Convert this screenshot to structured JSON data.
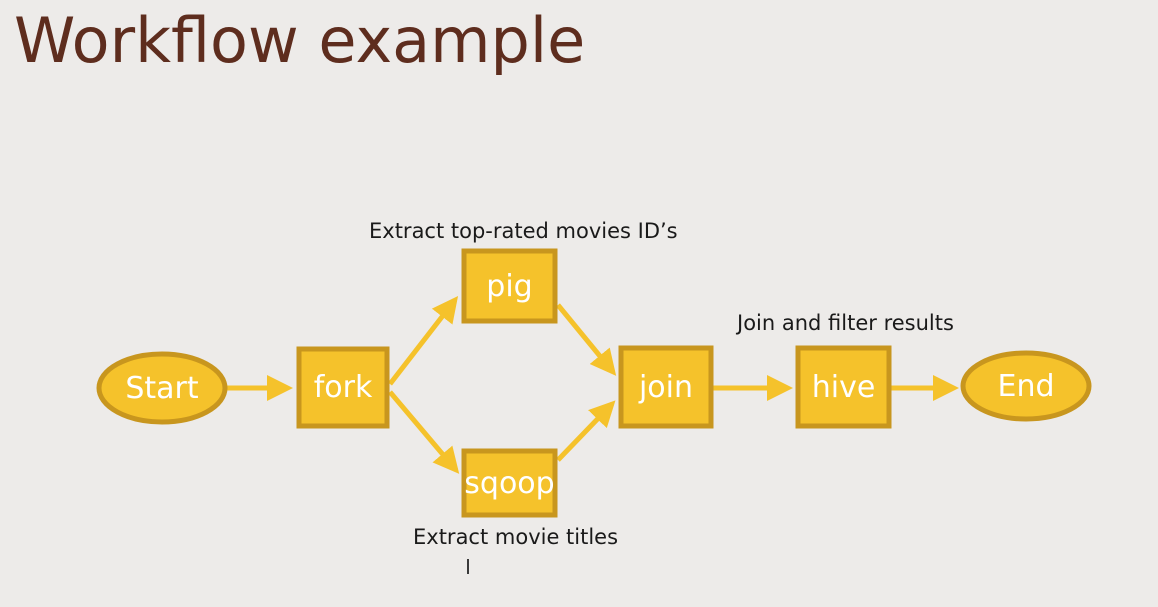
{
  "slide": {
    "title": "Workflow example",
    "title_color": "#5E2D1E",
    "background_color": "#EDEBE9"
  },
  "theme": {
    "node_fill": "#F5C22B",
    "node_stroke": "#C8961E",
    "node_text_color": "#FFFFFF",
    "arrow_color": "#F5C22B",
    "annotation_color": "#1A1A1A"
  },
  "diagram": {
    "type": "workflow-flowchart",
    "nodes": [
      {
        "id": "start",
        "label": "Start",
        "shape": "ellipse"
      },
      {
        "id": "fork",
        "label": "fork",
        "shape": "rectangle"
      },
      {
        "id": "pig",
        "label": "pig",
        "shape": "rectangle"
      },
      {
        "id": "sqoop",
        "label": "sqoop",
        "shape": "rectangle"
      },
      {
        "id": "join",
        "label": "join",
        "shape": "rectangle"
      },
      {
        "id": "hive",
        "label": "hive",
        "shape": "rectangle"
      },
      {
        "id": "end",
        "label": "End",
        "shape": "ellipse"
      }
    ],
    "annotations": [
      {
        "id": "pig-annotation",
        "text": "Extract top-rated movies ID’s"
      },
      {
        "id": "sqoop-annotation",
        "text": "Extract movie titles"
      },
      {
        "id": "hive-annotation",
        "text": "Join and filter results"
      }
    ],
    "edges": [
      {
        "from": "start",
        "to": "fork"
      },
      {
        "from": "fork",
        "to": "pig"
      },
      {
        "from": "fork",
        "to": "sqoop"
      },
      {
        "from": "pig",
        "to": "join"
      },
      {
        "from": "sqoop",
        "to": "join"
      },
      {
        "from": "join",
        "to": "hive"
      },
      {
        "from": "hive",
        "to": "end"
      }
    ]
  }
}
